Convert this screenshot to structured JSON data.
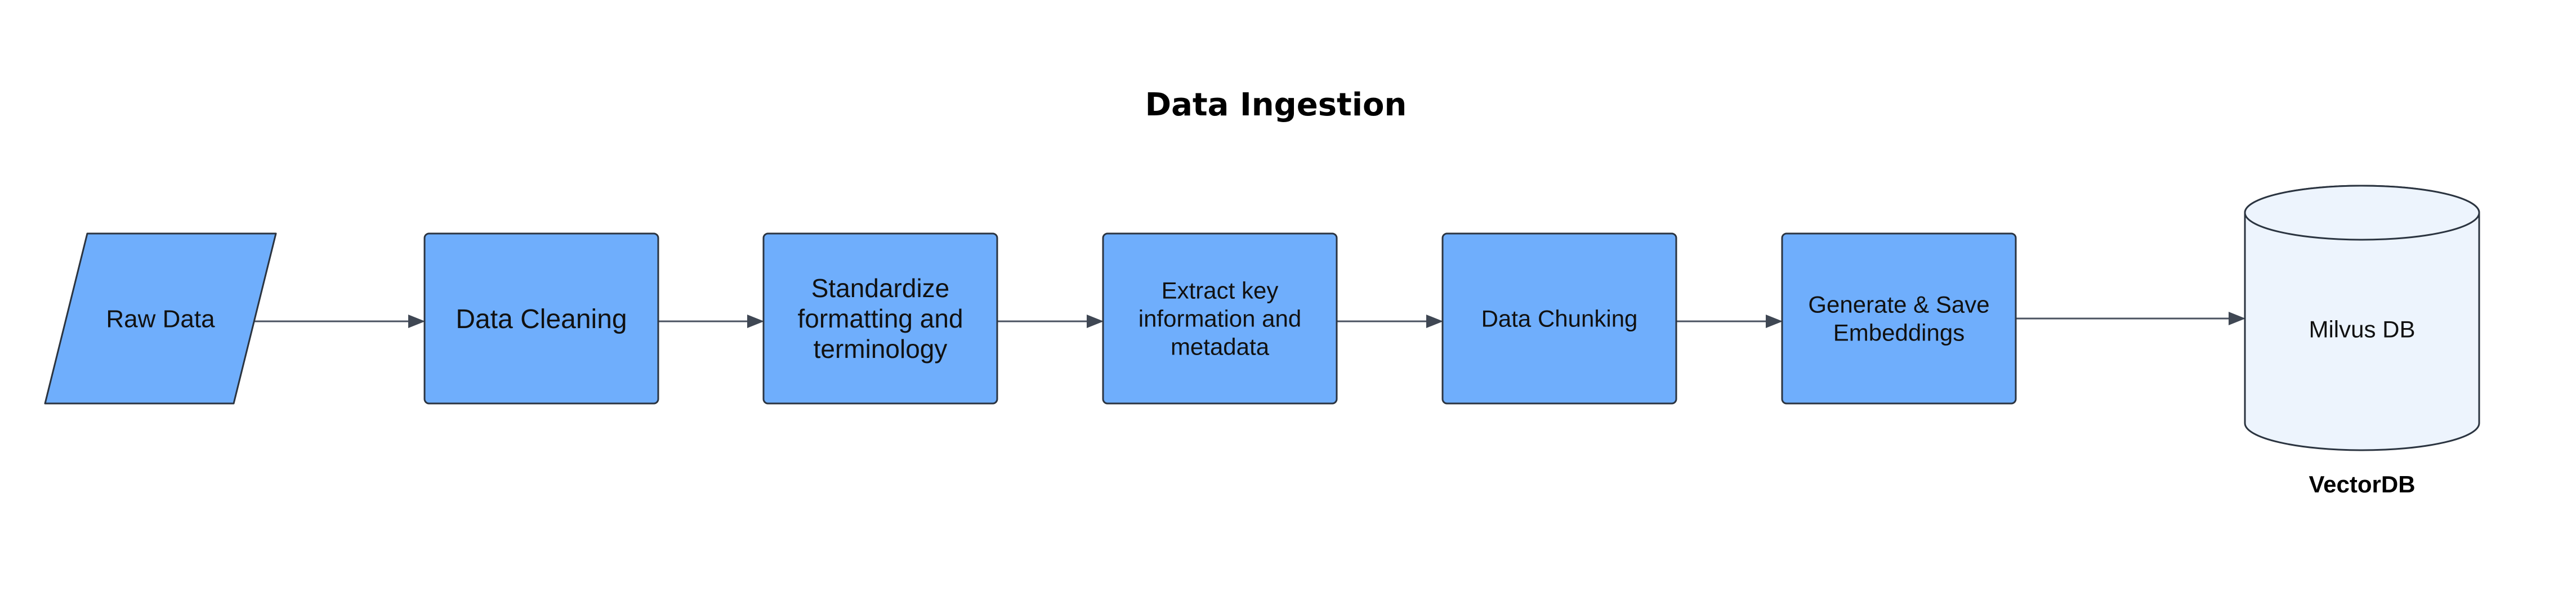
{
  "title": "Data Ingestion",
  "colors": {
    "process_fill": "#6faefc",
    "db_fill": "#edf4fd",
    "stroke": "#2b3440",
    "arrow": "#4a5260"
  },
  "nodes": [
    {
      "id": "raw-data",
      "shape": "parallelogram",
      "lines": [
        "Raw Data"
      ]
    },
    {
      "id": "data-cleaning",
      "shape": "rectangle",
      "lines": [
        "Data Cleaning"
      ]
    },
    {
      "id": "standardize",
      "shape": "rectangle",
      "lines": [
        "Standardize",
        "formatting and",
        "terminology"
      ]
    },
    {
      "id": "extract",
      "shape": "rectangle",
      "lines": [
        "Extract key",
        "information and",
        "metadata"
      ]
    },
    {
      "id": "data-chunking",
      "shape": "rectangle",
      "lines": [
        "Data Chunking"
      ]
    },
    {
      "id": "generate",
      "shape": "rectangle",
      "lines": [
        "Generate & Save",
        "Embeddings"
      ]
    },
    {
      "id": "milvus-db",
      "shape": "cylinder",
      "lines": [
        "Milvus DB"
      ],
      "caption": "VectorDB"
    }
  ],
  "edges": [
    {
      "from": "raw-data",
      "to": "data-cleaning"
    },
    {
      "from": "data-cleaning",
      "to": "standardize"
    },
    {
      "from": "standardize",
      "to": "extract"
    },
    {
      "from": "extract",
      "to": "data-chunking"
    },
    {
      "from": "data-chunking",
      "to": "generate"
    },
    {
      "from": "generate",
      "to": "milvus-db"
    }
  ]
}
